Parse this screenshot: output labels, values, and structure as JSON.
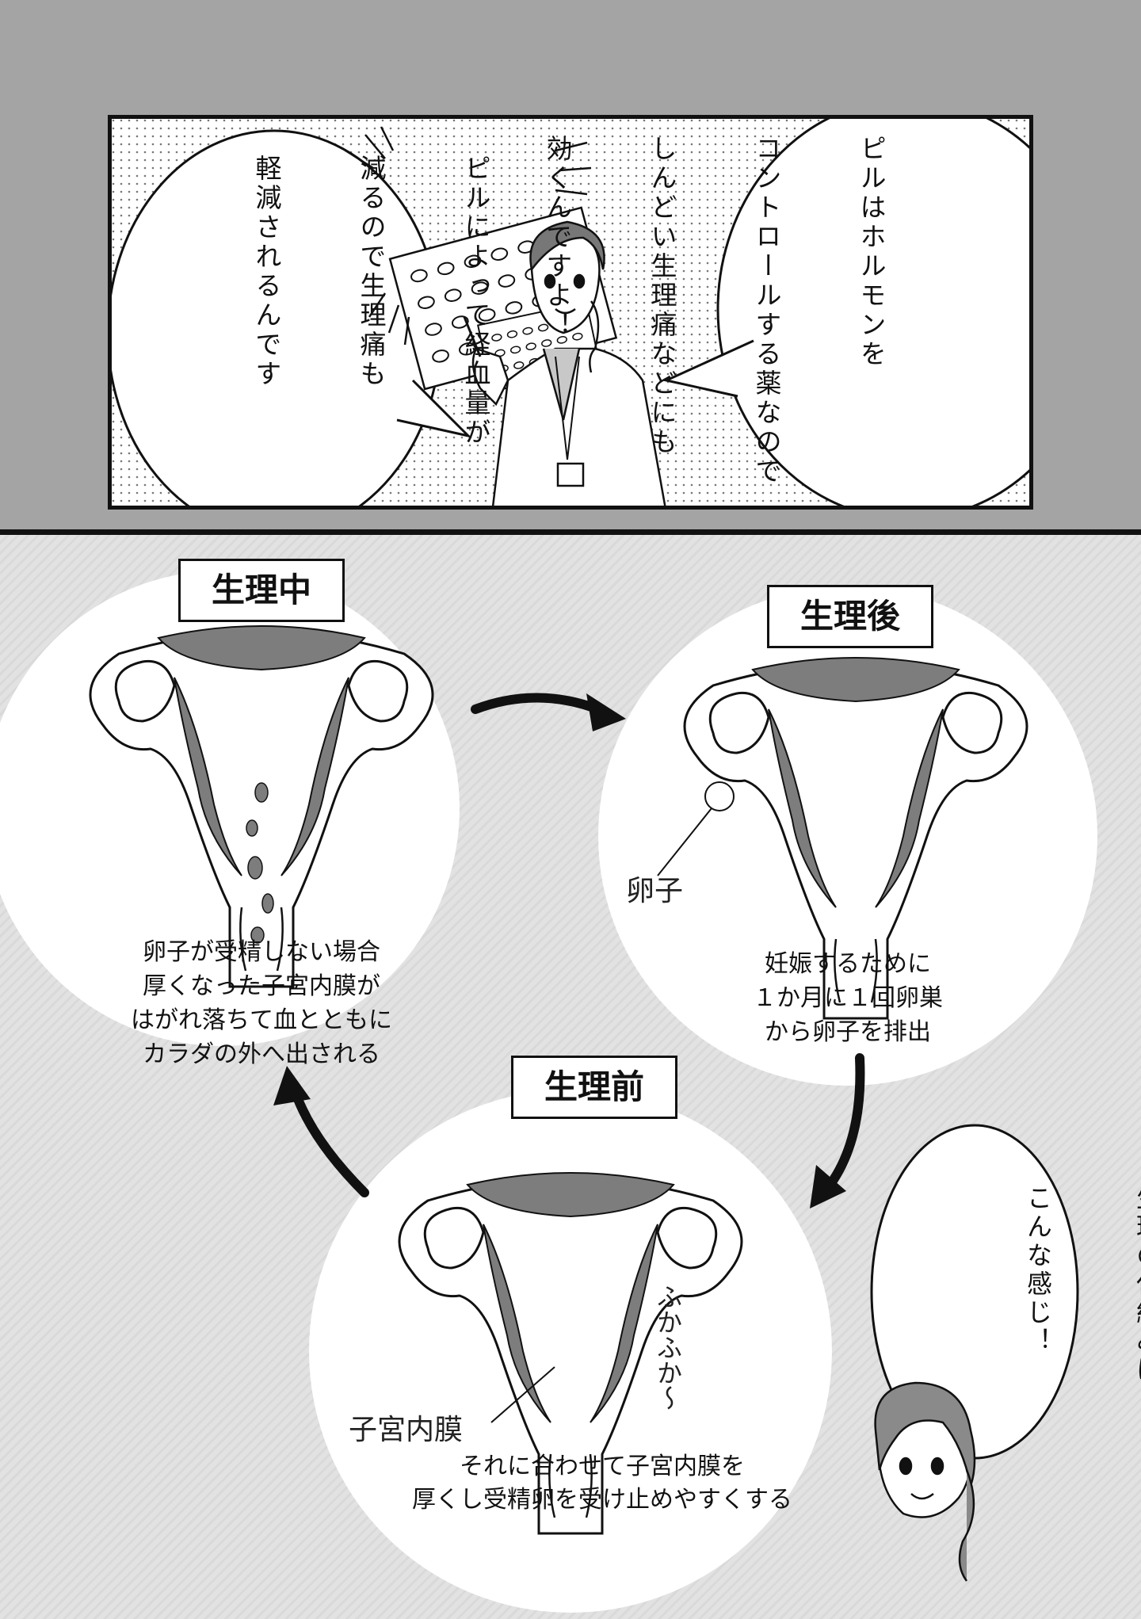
{
  "panel": {
    "bubble_right_lines": [
      "ピルはホルモンを",
      "コントロールする薬なので",
      "しんどい生理痛などにも",
      "効くんですよ！"
    ],
    "bubble_left_lines": [
      "ピルによって経血量が",
      "減るので生理痛も",
      "軽減されるんです"
    ]
  },
  "cycle": {
    "during": {
      "label": "生理中",
      "caption_lines": [
        "卵子が受精しない場合",
        "厚くなった子宮内膜が",
        "はがれ落ちて血とともに",
        "カラダの外へ出される"
      ]
    },
    "after": {
      "label": "生理後",
      "caption_lines": [
        "妊娠するために",
        "１か月に１回卵巣",
        "から卵子を排出"
      ],
      "pointer_label": "卵子"
    },
    "before": {
      "label": "生理前",
      "caption_lines": [
        "それに合わせて子宮内膜を",
        "厚くし受精卵を受け止めやすくする"
      ],
      "pointer_label": "子宮内膜",
      "sfx": "ふかふか～"
    }
  },
  "speech": {
    "lines": [
      "生理の仕組みは",
      "こんな感じ！"
    ]
  }
}
